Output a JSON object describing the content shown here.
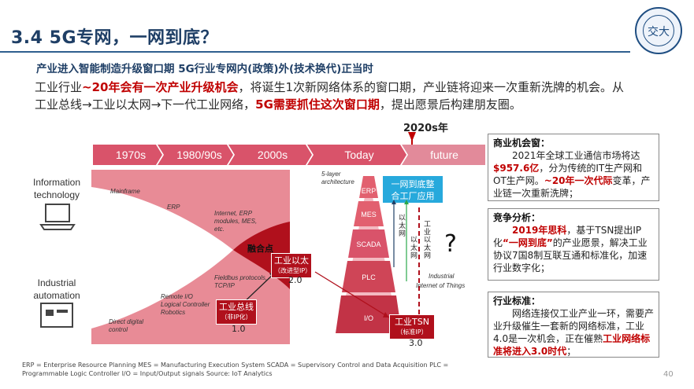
{
  "header": {
    "title": "3.4 5G专网，一网到底？",
    "logo_text": "交大"
  },
  "subtitle": "产业进入智能制造升级窗口期 5G行业专网内(政策)外(技术换代)正当时",
  "paragraph": {
    "p1": "工业行业",
    "p2": "~20年会有一次产业升级机会",
    "p3": "，将诞生1次新网络体系的窗口期，产业链将迎来一次重新洗牌的机会。从工业总线→工业以太网→下一代工业网络，",
    "p4": "5G需要抓住这次窗口期",
    "p5": "，提出愿景后构建朋友圈。"
  },
  "timeline": {
    "marker": "2020s年",
    "eras": [
      "1970s",
      "1980/90s",
      "2000s",
      "Today",
      "future"
    ]
  },
  "diagram": {
    "it_label_1": "Information",
    "it_label_2": "technology",
    "ot_label_1": "Industrial",
    "ot_label_2": "automation",
    "mainframe": "Mainframe",
    "erp": "ERP",
    "internet_1": "Internet, ERP",
    "internet_2": "modules, MES,",
    "internet_3": "etc.",
    "fieldbus_1": "Fieldbus protocols,",
    "fieldbus_2": "TCP/IP",
    "remote_1": "Remote I/O",
    "remote_2": "Logical Controller",
    "remote_3": "Robotics",
    "direct_1": "Direct digital",
    "direct_2": "control",
    "fusion": "融合点",
    "five_layer_1": "5-layer",
    "five_layer_2": "architecture",
    "pyramid": [
      "ERP",
      "MES",
      "SCADA",
      "PLC",
      "I/O"
    ],
    "one_net_1": "一网到底整",
    "one_net_2": "合工厂应用",
    "ethernet_v": "以太网",
    "ethernet_v2": "以太网",
    "industrial_eth_v": "工业以太网",
    "question": "?",
    "iiot_1": "Industrial",
    "iiot_2": "Internet of Things",
    "box_bus": {
      "label": "工业总线",
      "sub": "（非IP化）",
      "ver": "1.0"
    },
    "box_eth": {
      "label": "工业以太",
      "sub": "（改进型IP）",
      "ver": "2.0"
    },
    "box_tsn": {
      "label": "工业TSN",
      "sub": "（标准IP）",
      "ver": "3.0"
    }
  },
  "panels": {
    "business": {
      "head": "商业机会窗：",
      "t1": "2021年全球工业通信市场将达",
      "t2": "$957.6亿",
      "t3": "，分为传统的IT生产网和OT生产网。",
      "t4": "~20年一次代际",
      "t5": "变革，产业链一次重新洗牌；"
    },
    "competition": {
      "head": "竞争分析：",
      "t1": "2019年思科",
      "t2": "，基于TSN提出IP化",
      "t3": "“一网到底”",
      "t4": "的产业愿景，解决工业协议7国8制互联互通和标准化，加速行业数字化；"
    },
    "standard": {
      "head": "行业标准：",
      "t1": "网络连接仅工业产业一环，需要产业升级催生一套新的网络标准，工业4.0是一次机会，正在催熟",
      "t2": "工业网络标准将进入3.0时代",
      "t3": "；"
    }
  },
  "footnote": "ERP = Enterprise Resource Planning  MES = Manufacturing Execution System  SCADA = Supervisory Control and Data Acquisition  PLC = Programmable Logic Controller  I/O = Input/Output signals  Source:  IoT Analytics",
  "page_number": "40",
  "colors": {
    "accent_red": "#c00000",
    "title_blue": "#1f3f66",
    "diagram_red": "#b0101c"
  }
}
